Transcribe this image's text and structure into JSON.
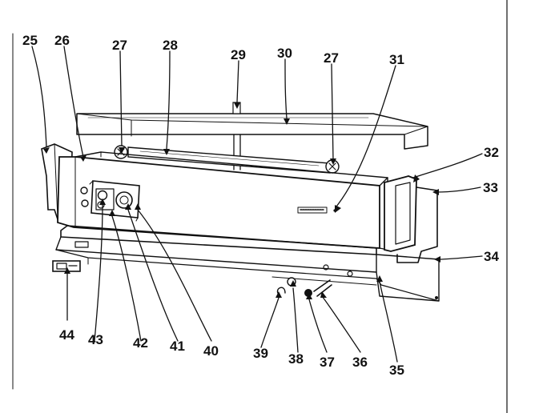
{
  "callouts": {
    "c25": "25",
    "c26": "26",
    "c27a": "27",
    "c28": "28",
    "c29": "29",
    "c30": "30",
    "c27b": "27",
    "c31": "31",
    "c32": "32",
    "c33": "33",
    "c34": "34",
    "c35": "35",
    "c36": "36",
    "c37": "37",
    "c38": "38",
    "c39": "39",
    "c40": "40",
    "c41": "41",
    "c42": "42",
    "c43": "43",
    "c44": "44"
  },
  "colors": {
    "ink": "#111111",
    "paper": "#ffffff"
  }
}
